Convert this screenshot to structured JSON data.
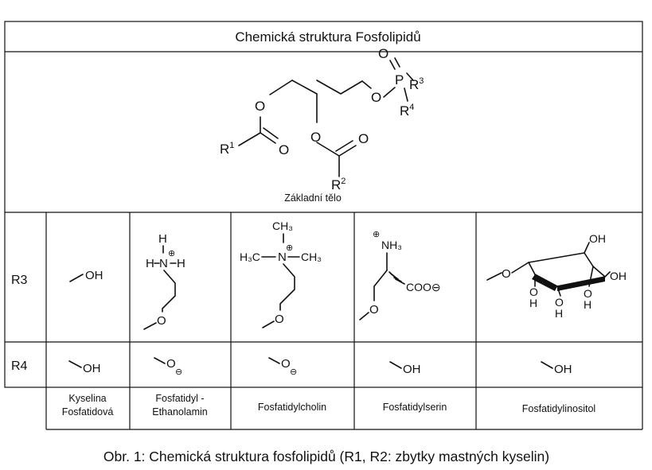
{
  "table": {
    "title": "Chemická struktura Fosfolipidů",
    "base_label": "Základní tělo",
    "row_labels": {
      "r3": "R3",
      "r4": "R4"
    },
    "compounds": [
      {
        "line1": "Kyselina",
        "line2": "Fosfatidová"
      },
      {
        "line1": "Fosfatidyl -",
        "line2": "Ethanolamin"
      },
      {
        "line1": "Fosfatidylcholin",
        "line2": ""
      },
      {
        "line1": "Fosfatidylserin",
        "line2": ""
      },
      {
        "line1": "Fosfatidylinositol",
        "line2": ""
      }
    ]
  },
  "structure": {
    "r1": "R",
    "r1_sup": "1",
    "r2": "R",
    "r2_sup": "2",
    "r3": "R",
    "r3_sup": "3",
    "r4": "R",
    "r4_sup": "4",
    "o": "O",
    "p": "P"
  },
  "groups": {
    "oh": "OH",
    "o": "O",
    "minus": "⊖",
    "plus": "⊕",
    "h": "H",
    "n": "N",
    "ch3": "CH₃",
    "h3c": "H₃C",
    "nh3": "NH₃",
    "coo": "COO⊖",
    "dash": "—"
  },
  "caption": "Obr. 1: Chemická struktura fosfolipidů (R1, R2: zbytky mastných kyselin)"
}
